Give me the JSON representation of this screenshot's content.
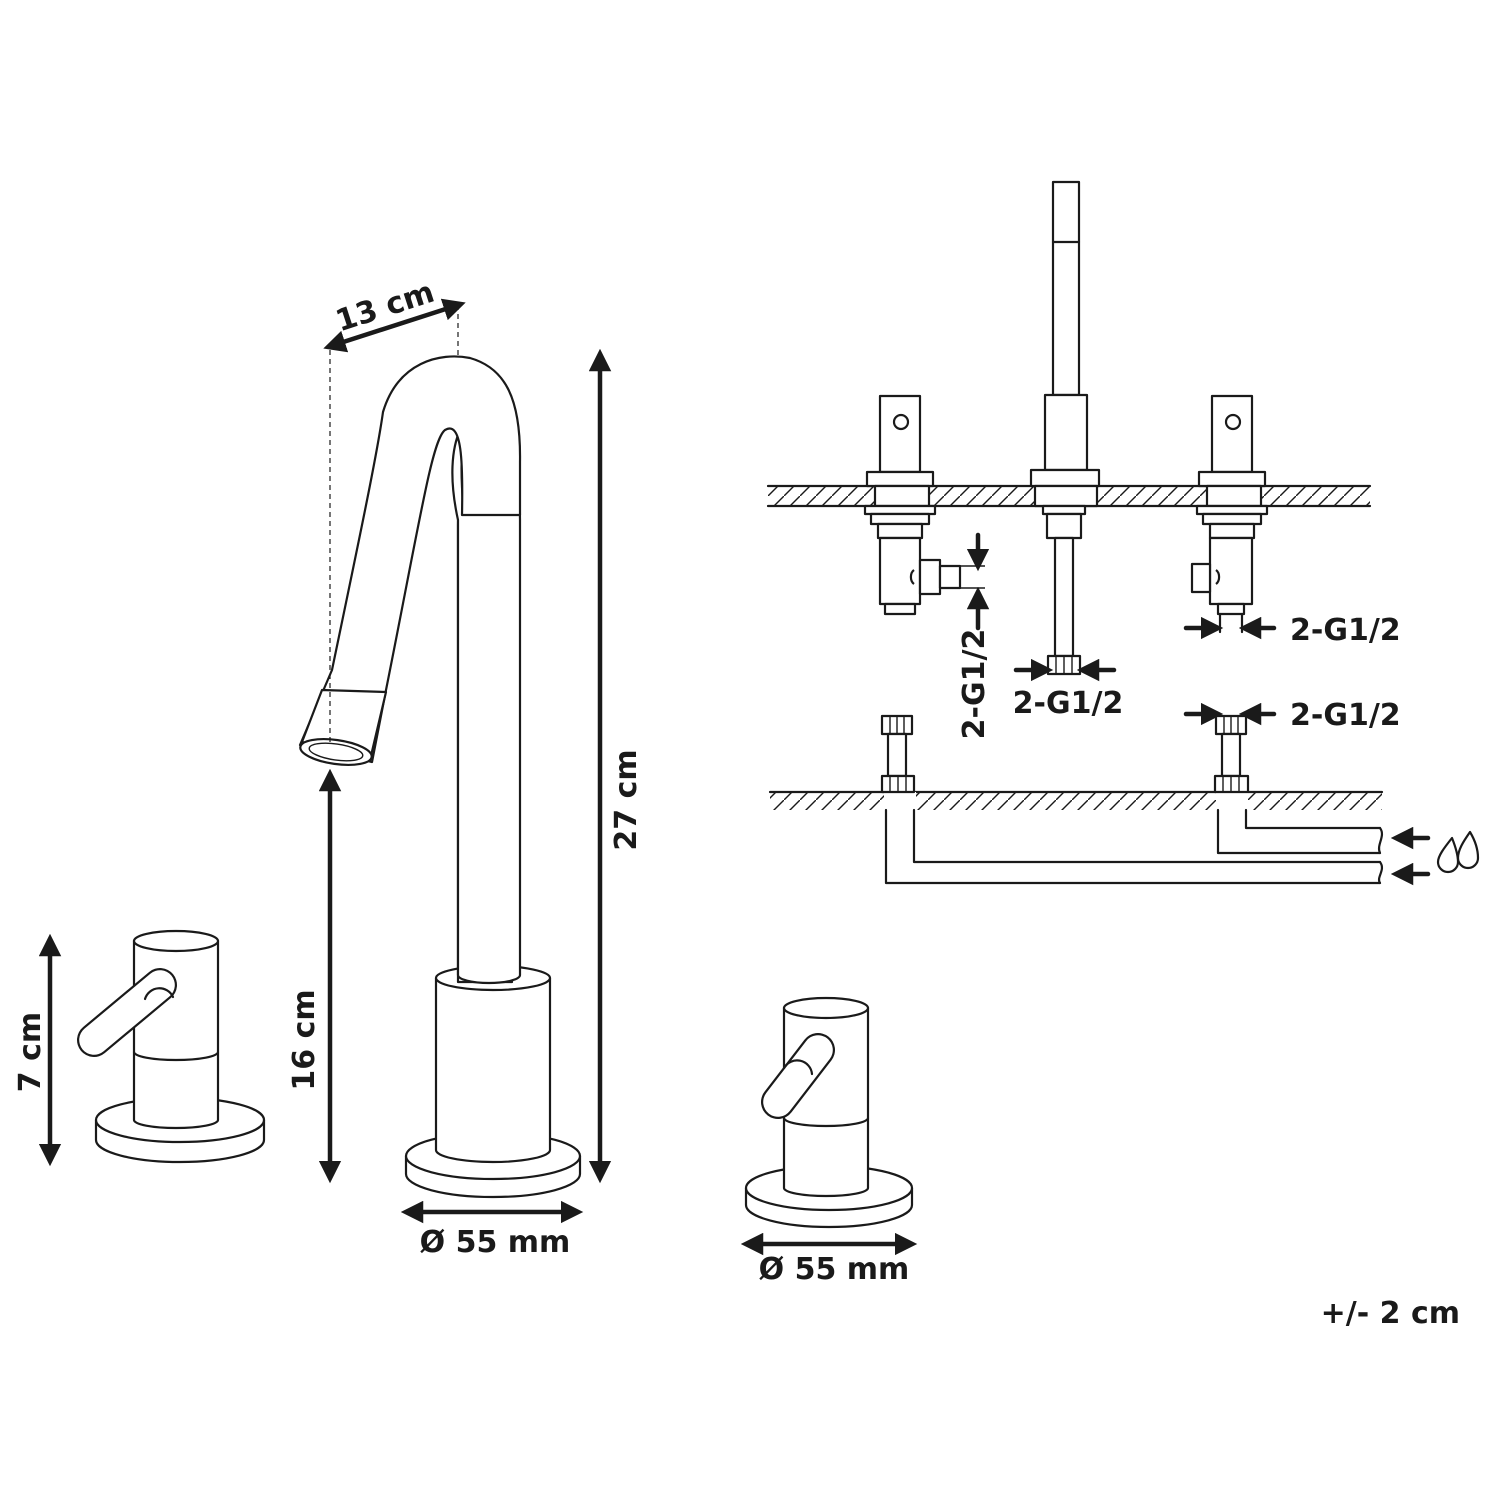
{
  "dimensions": {
    "spout_reach": "13 cm",
    "total_height": "27 cm",
    "spout_height": "16 cm",
    "handle_height": "7 cm",
    "spout_base_diameter": "Ø 55 mm",
    "handle_base_diameter": "Ø 55 mm"
  },
  "connections": {
    "left_valve_outlet": "2-G1/2",
    "center_outlet": "2-G1/2",
    "right_valve_outlet": "2-G1/2",
    "supply_fitting": "2-G1/2"
  },
  "tolerance": "+/- 2 cm",
  "icons": {
    "water_supply": "water-drops-icon"
  }
}
